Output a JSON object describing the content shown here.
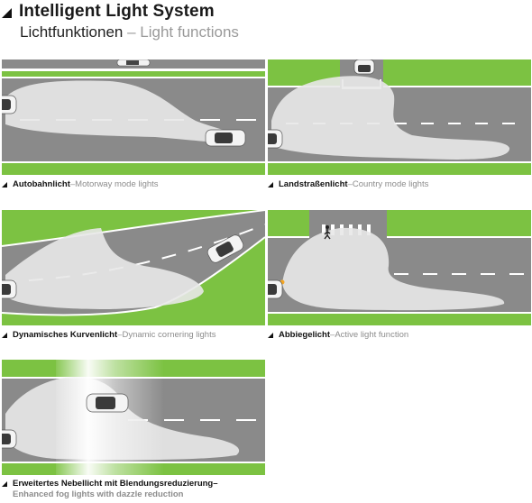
{
  "header": {
    "title": "Intelligent Light System",
    "subtitle_de": "Lichtfunktionen",
    "subtitle_sep": " – ",
    "subtitle_en": "Light functions"
  },
  "panels": [
    {
      "de": "Autobahnlicht",
      "sep": " – ",
      "en": "Motorway mode lights"
    },
    {
      "de": "Landstraßenlicht",
      "sep": " – ",
      "en": "Country mode lights"
    },
    {
      "de": "Dynamisches Kurvenlicht",
      "sep": " – ",
      "en": "Dynamic cornering lights"
    },
    {
      "de": "Abbiegelicht",
      "sep": " – ",
      "en": "Active light function"
    },
    {
      "de": "Erweitertes Nebellicht mit Blendungsreduzierung",
      "sep": " –",
      "en": "Enhanced fog lights with dazzle reduction"
    }
  ],
  "colors": {
    "grass": "#7cc242",
    "road": "#8a8a8a",
    "light_beam": "#e8e8e8"
  }
}
